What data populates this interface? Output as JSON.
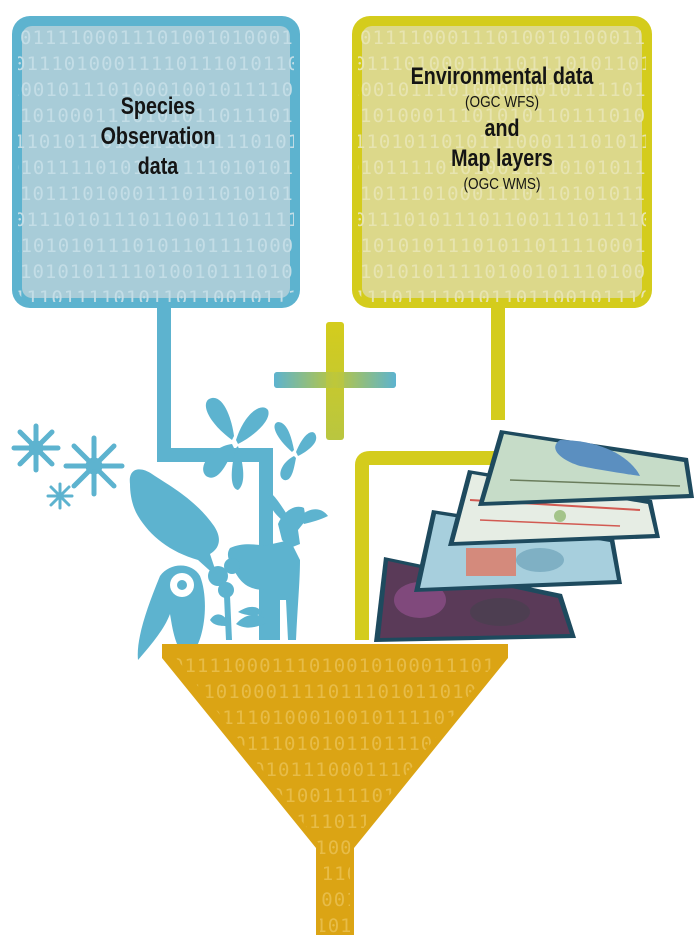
{
  "left_box": {
    "line1": "Species",
    "line2": "Observation",
    "line3": "data"
  },
  "right_box": {
    "line1": "Environmental data",
    "line2": "(OGC WFS)",
    "line3": "and",
    "line4": "Map layers",
    "line5": "(OGC WMS)"
  },
  "background_pattern": {
    "binary_rows": [
      "011110001110100",
      "011101000111101",
      "100101110100010",
      "101000111010101",
      "110101101011100",
      "010111101010011",
      "101110100011101",
      "011101011101100",
      "110101011101011",
      "101010111101001",
      "111011110101101"
    ]
  },
  "colors": {
    "species_blue": "#5db3cf",
    "species_fill": "#a8ccd8",
    "env_yellow": "#d4cc1c",
    "env_fill": "#dcd88a",
    "funnel_orange": "#dba414"
  }
}
